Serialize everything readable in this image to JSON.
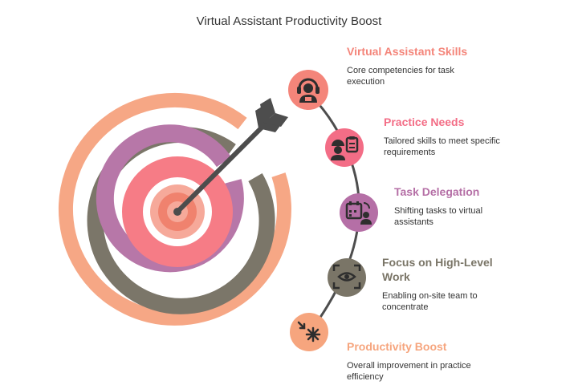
{
  "title": "Virtual Assistant Productivity Boost",
  "colors": {
    "salmon": "#F6A785",
    "gray": "#7B7669",
    "purple": "#B777A8",
    "pink": "#F67C86",
    "coral_red": "#F0826E",
    "inner_salmon": "#F6A99A",
    "arrow": "#4D4D4D",
    "path": "#4D4D4D"
  },
  "steps": [
    {
      "title": "Virtual Assistant Skills",
      "description": "Core competencies for task execution",
      "color": "#F4857A",
      "icon": "support-agent-icon"
    },
    {
      "title": "Practice Needs",
      "description": "Tailored skills to meet specific requirements",
      "color": "#F36D86",
      "icon": "worker-clipboard-icon"
    },
    {
      "title": "Task Delegation",
      "description": "Shifting tasks to virtual assistants",
      "color": "#B56FA6",
      "icon": "calendar-person-icon"
    },
    {
      "title": "Focus on High-Level Work",
      "description": "Enabling on-site team to concentrate",
      "color": "#7A7567",
      "icon": "focus-eye-icon"
    },
    {
      "title": "Productivity Boost",
      "description": "Overall improvement in practice efficiency",
      "color": "#F6A57E",
      "icon": "burst-arrow-icon"
    }
  ]
}
